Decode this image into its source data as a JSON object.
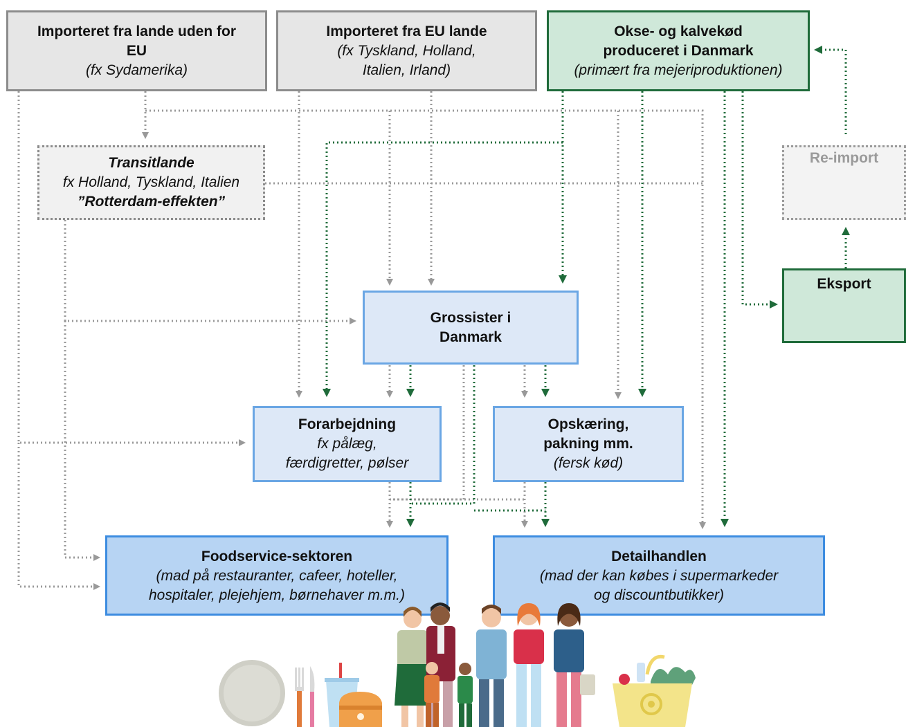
{
  "boxes": {
    "import_non_eu": {
      "title": "Importeret fra lande uden for EU",
      "sub": "(fx Sydamerika)"
    },
    "import_eu": {
      "title": "Importeret fra EU lande",
      "sub1": "(fx Tyskland, Holland,",
      "sub2": "Italien, Irland)"
    },
    "danish_beef": {
      "title1": "Okse- og kalvekød",
      "title2": "produceret i Danmark",
      "sub": "(primært fra mejeriproduktionen)"
    },
    "transit": {
      "title": "Transitlande",
      "sub": "fx Holland, Tyskland, Italien",
      "effect": "”Rotterdam-effekten”"
    },
    "reimport": {
      "title": "Re-import"
    },
    "export": {
      "title": "Eksport"
    },
    "wholesale": {
      "title1": "Grossister i",
      "title2": "Danmark"
    },
    "processing": {
      "title": "Forarbejdning",
      "sub1": "fx pålæg,",
      "sub2": "færdigretter, pølser"
    },
    "cutting": {
      "title1": "Opskæring,",
      "title2": "pakning mm.",
      "sub": "(fersk kød)"
    },
    "foodservice": {
      "title": "Foodservice-sektoren",
      "sub1": "(mad på restauranter, cafeer, hoteller,",
      "sub2": "hospitaler, plejehjem, børnehaver m.m.)"
    },
    "retail": {
      "title": "Detailhandlen",
      "sub1": "(mad der kan købes i supermarkeder",
      "sub2": "og discountbutikker)"
    }
  },
  "colors": {
    "import_flow": "#999999",
    "danish_flow": "#1f6b3a",
    "import_box": "#e6e6e6",
    "danish_box": "#cfe8d9",
    "intermediate_box": "#dde8f7",
    "final_box": "#b7d4f3"
  },
  "icons": [
    "plate-icon",
    "cutlery-icon",
    "drink-cup-icon",
    "food-box-icon",
    "people-group-icon",
    "shopping-basket-icon"
  ]
}
